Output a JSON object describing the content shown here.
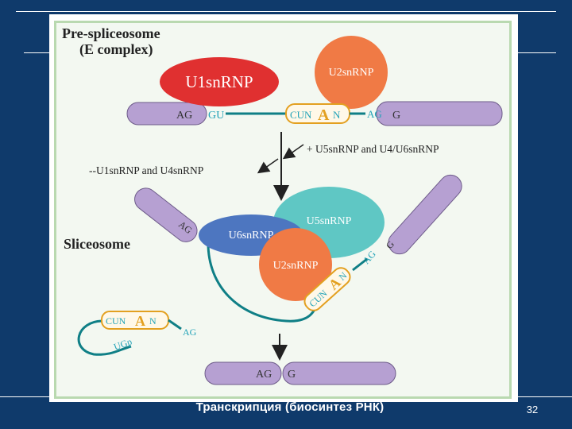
{
  "slide": {
    "footer_title": "Транскрипция (биосинтез РНК)",
    "page_number": "32"
  },
  "diagram": {
    "pre_title_line1": "Pre-spliceosome",
    "pre_title_line2": "(E complex)",
    "u1": "U1snRNP",
    "u2": "U2snRNP",
    "ag1": "AG",
    "gu": "GU",
    "cun": "CUN",
    "branch_a": "A",
    "branch_n": "N",
    "ag2": "AG",
    "g": "G",
    "add_note": "+ U5snRNP and U4/U6snRNP",
    "remove_note": "--U1snRNP and U4snRNP",
    "spliceosome_title": "Sliceosome",
    "u5": "U5snRNP",
    "u6": "U6snRNP",
    "lariat_cun": "CUN",
    "lariat_a": "A",
    "lariat_n": "N",
    "lariat_ugp": "UGp",
    "final_ag": "AG",
    "final_g": "G",
    "colors": {
      "exon": "#b6a0d2",
      "intron": "#0f7f86",
      "u1": "#e03030",
      "u2": "#f07a45",
      "u5": "#5fc7c4",
      "u6": "#4d76c0",
      "branch_a": "#e3a020",
      "site_text": "#23a3b8",
      "background": "#0f3a6b"
    }
  }
}
